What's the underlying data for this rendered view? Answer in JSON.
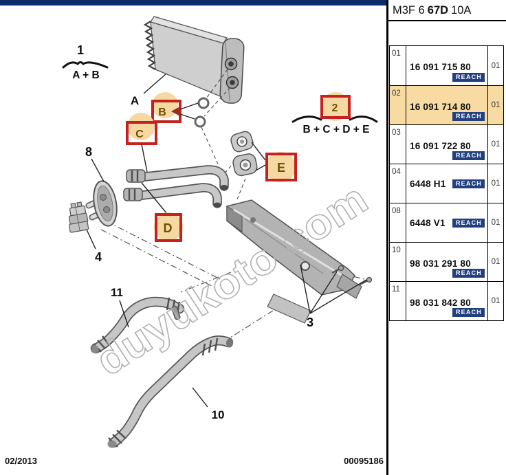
{
  "header": {
    "code_prefix": "M3F 6",
    "code_main": "67D",
    "code_suffix": "10A"
  },
  "table": {
    "rows": [
      {
        "num": "01",
        "part": "16 091 715 80",
        "badge": "REACH",
        "qty": "01"
      },
      {
        "num": "02",
        "part": "16 091 714 80",
        "badge": "REACH",
        "qty": "01",
        "highlighted": true
      },
      {
        "num": "03",
        "part": "16 091 722 80",
        "badge": "REACH",
        "qty": "01"
      },
      {
        "num": "04",
        "part": "6448 H1",
        "badge": "REACH",
        "qty": "01",
        "badge_inline": true
      },
      {
        "num": "08",
        "part": "6448 V1",
        "badge": "REACH",
        "qty": "01",
        "badge_inline": true
      },
      {
        "num": "10",
        "part": "98 031 291 80",
        "badge": "REACH",
        "qty": "01"
      },
      {
        "num": "11",
        "part": "98 031 842 80",
        "badge": "REACH",
        "qty": "01"
      }
    ]
  },
  "footer": {
    "date": "02/2013",
    "doc_number": "00095186"
  },
  "diagram": {
    "watermark": "duyukoto.com",
    "group1": {
      "num": "1",
      "formula": "A + B"
    },
    "group2": {
      "num": "2",
      "formula": "B + C + D + E"
    },
    "callouts": {
      "a": "A",
      "b": "B",
      "c": "C",
      "d": "D",
      "e": "E"
    },
    "part_numbers": {
      "n3": "3",
      "n4": "4",
      "n8": "8",
      "n10": "10",
      "n11": "11"
    }
  },
  "colors": {
    "topbar": "#0b2d6a",
    "row_highlight": "#f8dba3",
    "badge_bg": "#22407e",
    "callout_border": "#c5211e",
    "callout_fill": "#f6d9a2",
    "callout_text": "#6f4f02"
  }
}
